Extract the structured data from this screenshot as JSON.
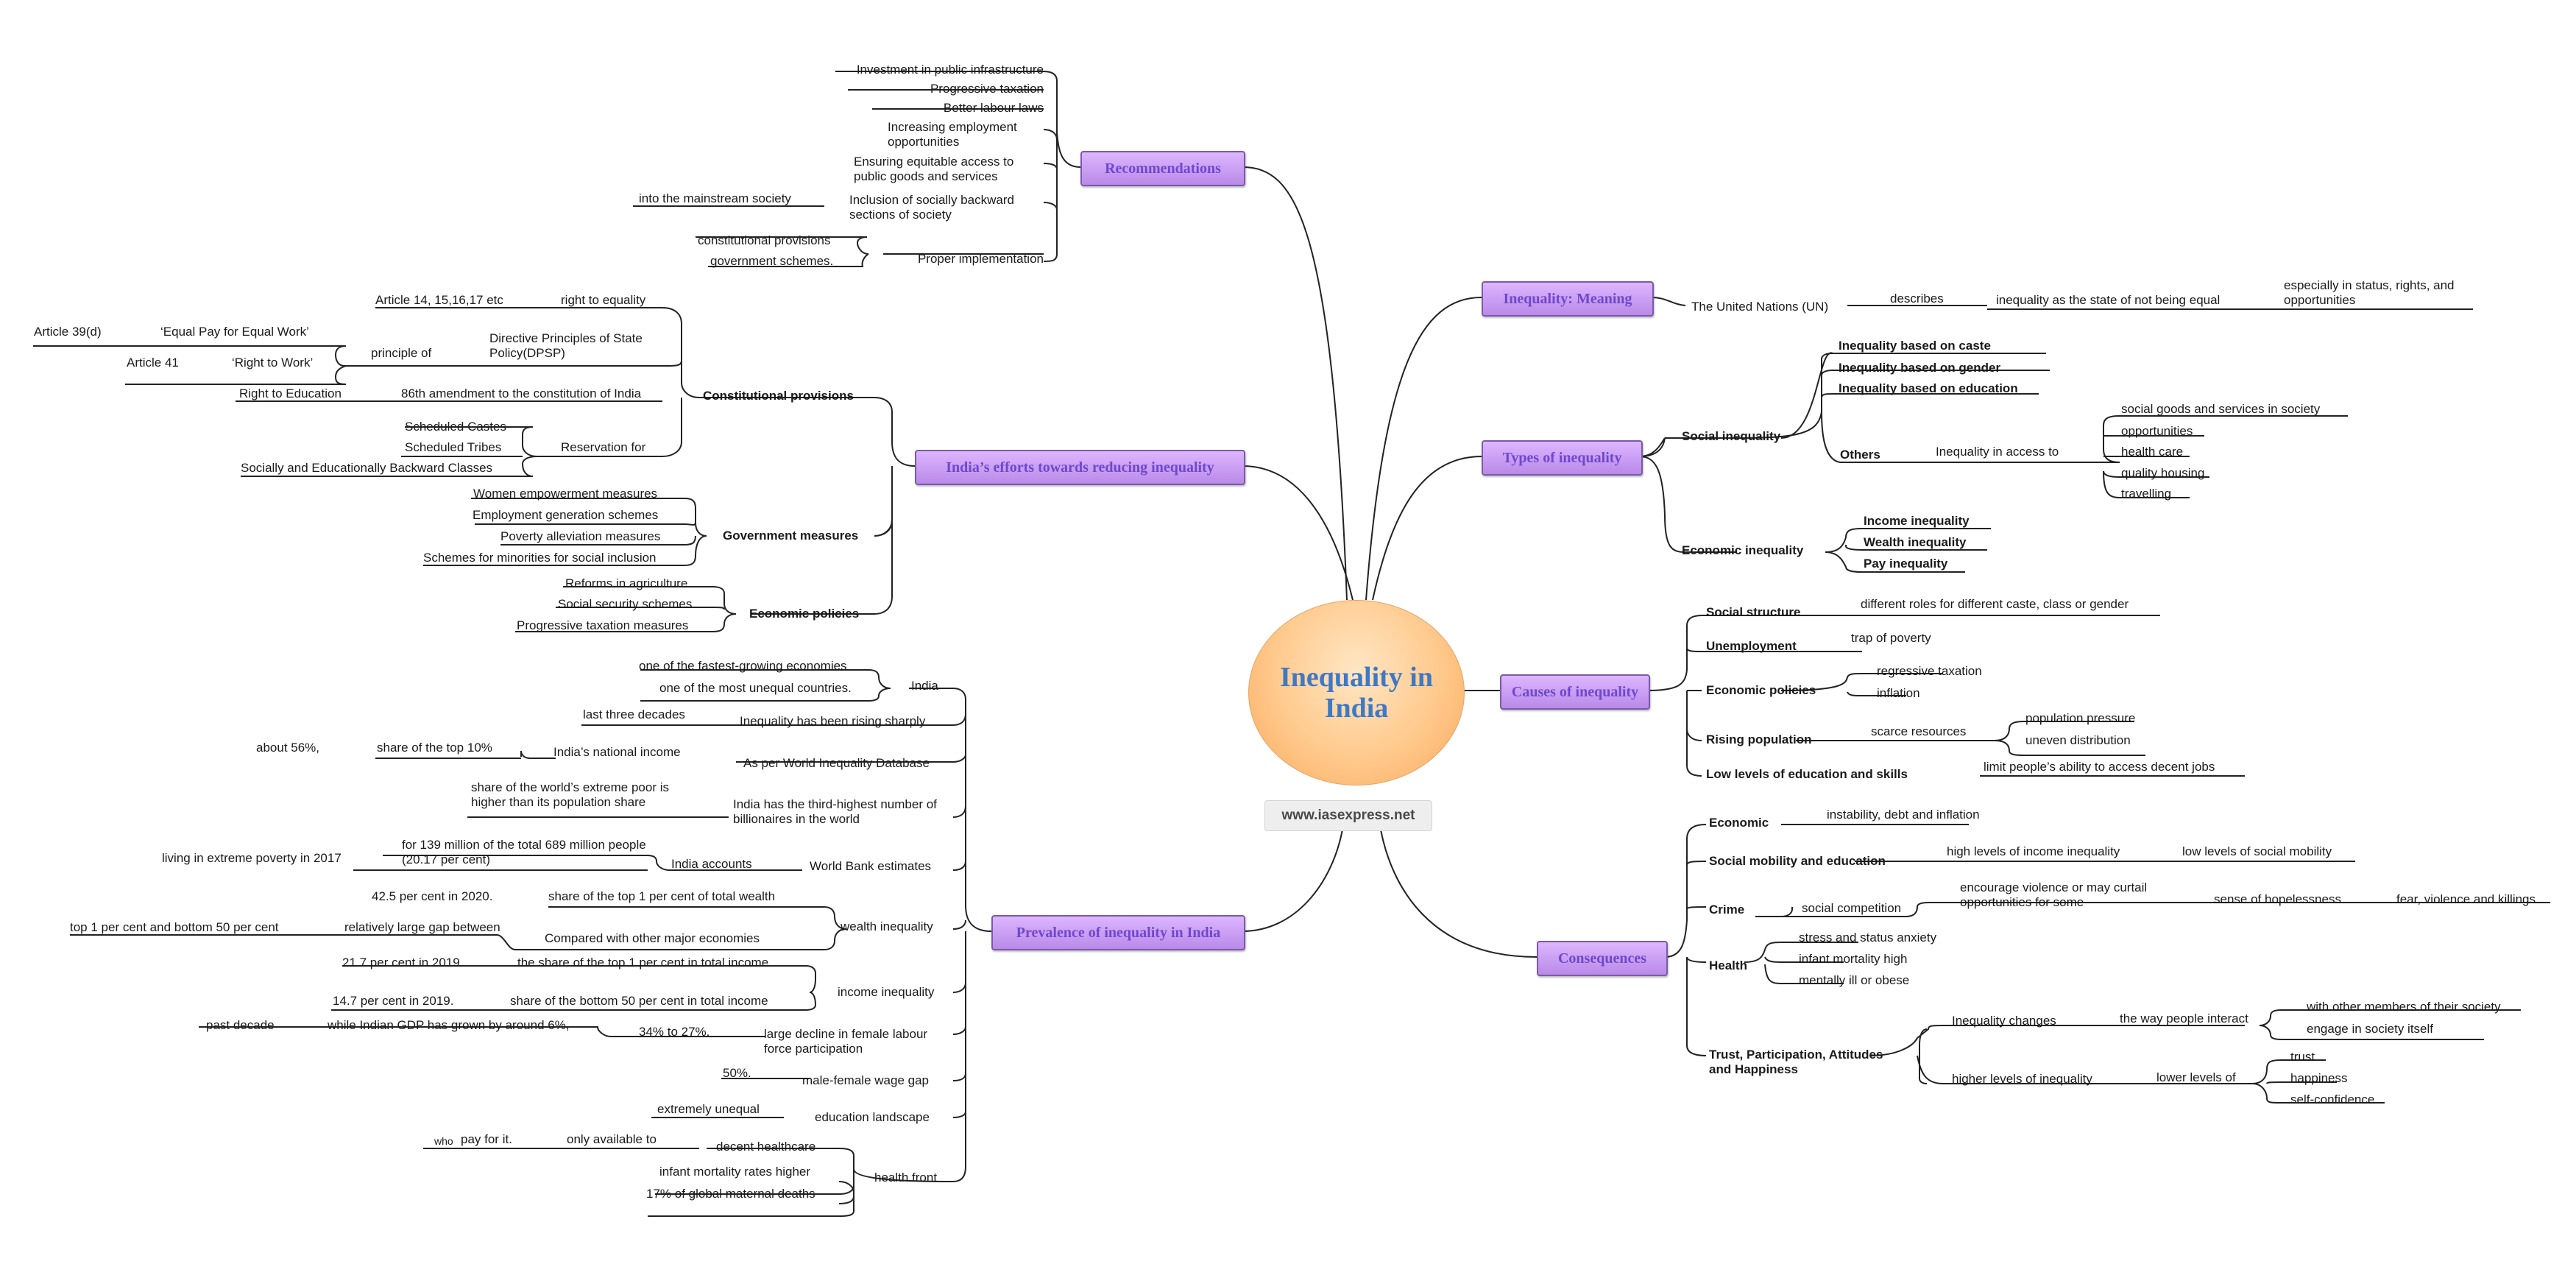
{
  "center": {
    "title": "Inequality in India",
    "website": "www.iasexpress.net"
  },
  "branches": {
    "recommendations": {
      "label": "Recommendations",
      "items": [
        "Investment in public infrastructure",
        "Progressive taxation",
        "Better labour laws",
        "Increasing employment opportunities",
        "Ensuring equitable access to public goods and services",
        "Inclusion of socially backward sections of society",
        "into the mainstream society",
        "Proper implementation",
        "constitutional provisions",
        "government schemes."
      ]
    },
    "efforts": {
      "label": "India’s efforts towards reducing inequality",
      "constitutional": "Constitutional provisions",
      "right_to_equality": "right to equality",
      "articles_equality": "Article 14, 15,16,17 etc",
      "dpsp": "Directive Principles of State Policy(DPSP)",
      "principle_of": "principle of",
      "equal_pay": "‘Equal Pay for Equal Work’",
      "article_39d": "Article 39(d)",
      "right_to_work": "‘Right to Work’",
      "article_41": "Article 41",
      "amendment": "86th amendment to the constitution of India",
      "right_to_education": "Right to Education",
      "reservation": "Reservation for",
      "scheduled_castes": "Scheduled Castes",
      "scheduled_tribes": "Scheduled Tribes",
      "sebc": "Socially and Educationally Backward Classes",
      "government": "Government measures",
      "gov_items": [
        "Women empowerment measures",
        "Employment generation schemes",
        "Poverty alleviation measures",
        "Schemes for minorities for social inclusion"
      ],
      "economic": "Economic policies",
      "eco_items": [
        "Reforms in agriculture",
        "Social security schemes",
        "Progressive taxation measures"
      ]
    },
    "prevalence": {
      "label": "Prevalence of inequality in India",
      "india": "India",
      "india_items": [
        "one of the fastest-growing economies",
        "one of the most unequal countries."
      ],
      "rising": "Inequality has been rising sharply",
      "last_three_decades": "last three decades",
      "wid": "As per World Inequality Database",
      "national_income": "India’s national income",
      "share_top10": "share of the top 10%",
      "about56": "about 56%,",
      "billionaires": "India has the third-highest number of billionaires in the world",
      "extreme_poor": "share of the world’s extreme poor is higher than its population share",
      "world_bank": "World Bank estimates",
      "india_accounts": "India accounts",
      "for139": "for 139 million of the total 689 million people (20.17 per cent)",
      "extreme_poverty_2017": "living in extreme poverty in 2017",
      "wealth": "wealth inequality",
      "share_top1_wealth": "share of the top 1 per cent of total wealth",
      "pct42": "42.5 per cent in 2020.",
      "compared": "Compared with other major economies",
      "large_gap": "relatively large gap between",
      "top1_bottom50": "top 1 per cent and bottom 50 per cent",
      "income": "income inequality",
      "top1_income": "the share of the top 1 per cent in total income",
      "pct217": "21.7 per cent in 2019",
      "bottom50_income": "share of the bottom 50 per cent in total income",
      "pct147": "14.7 per cent in 2019.",
      "flfp": "large decline in female labour force participation",
      "pct34": "34% to 27%.",
      "gdp_grown": "while Indian GDP has grown by around 6%,",
      "past_decade": "past decade",
      "wage_gap": "male-female wage gap",
      "pct50": "50%.",
      "education": "education landscape",
      "extremely_unequal": "extremely unequal",
      "health": "health front",
      "decent_healthcare": "decent healthcare",
      "only_available": "only available to",
      "who_pay": "who",
      "pay_for_it": "pay for it.",
      "infant_mortality": "infant mortality rates higher",
      "maternal": "17% of global maternal deaths"
    },
    "meaning": {
      "label": "Inequality: Meaning",
      "un": "The United Nations (UN)",
      "describes": "describes",
      "definition": "inequality as the state of not being equal",
      "especially": "especially in status, rights, and opportunities"
    },
    "types": {
      "label": "Types of inequality",
      "social": "Social inequality",
      "social_items": [
        "Inequality based on caste",
        "Inequality based on gender",
        "Inequality based on education"
      ],
      "others": "Others",
      "access": "Inequality in access to",
      "access_items": [
        "social goods and services in society",
        "opportunities",
        "health care",
        "quality housing",
        "travelling"
      ],
      "economic": "Economic inequality",
      "economic_items": [
        "Income inequality",
        "Wealth inequality",
        "Pay inequality"
      ]
    },
    "causes": {
      "label": "Causes of inequality",
      "social_structure": "Social structure",
      "roles": "different roles for different caste, class or gender",
      "unemployment": "Unemployment",
      "trap": "trap of poverty",
      "economic_policies": "Economic policies",
      "regressive": "regressive taxation",
      "inflation": "inflation",
      "rising_population": "Rising population",
      "scarce": "scarce resources",
      "pressure": "population pressure",
      "uneven": "uneven distribution",
      "low_education": "Low levels of education and skills",
      "limit": "limit people’s ability to access decent jobs"
    },
    "consequences": {
      "label": "Consequences",
      "economic": "Economic",
      "instability": "instability, debt and inflation",
      "mobility": "Social mobility and education",
      "high_income_ineq": "high levels of income inequality",
      "low_mobility": "low levels of social mobility",
      "crime": "Crime",
      "competition": "social competition",
      "encourage": "encourage violence or may curtail opportunities for some",
      "hopelessness": "sense of hopelessness",
      "fear": "fear, violence and killings",
      "health": "Health",
      "health_items": [
        "stress and status anxiety",
        "infant mortality high",
        "mentally ill or obese"
      ],
      "trust": "Trust, Participation, Attitudes and Happiness",
      "changes": "Inequality changes",
      "interact": "the way people interact",
      "interact_items": [
        "with other members of their society",
        "engage in society itself"
      ],
      "higher_levels": "higher levels of inequality",
      "lower_levels": "lower levels of",
      "lower_items": [
        "trust",
        "happiness",
        "self-confidence"
      ]
    }
  }
}
